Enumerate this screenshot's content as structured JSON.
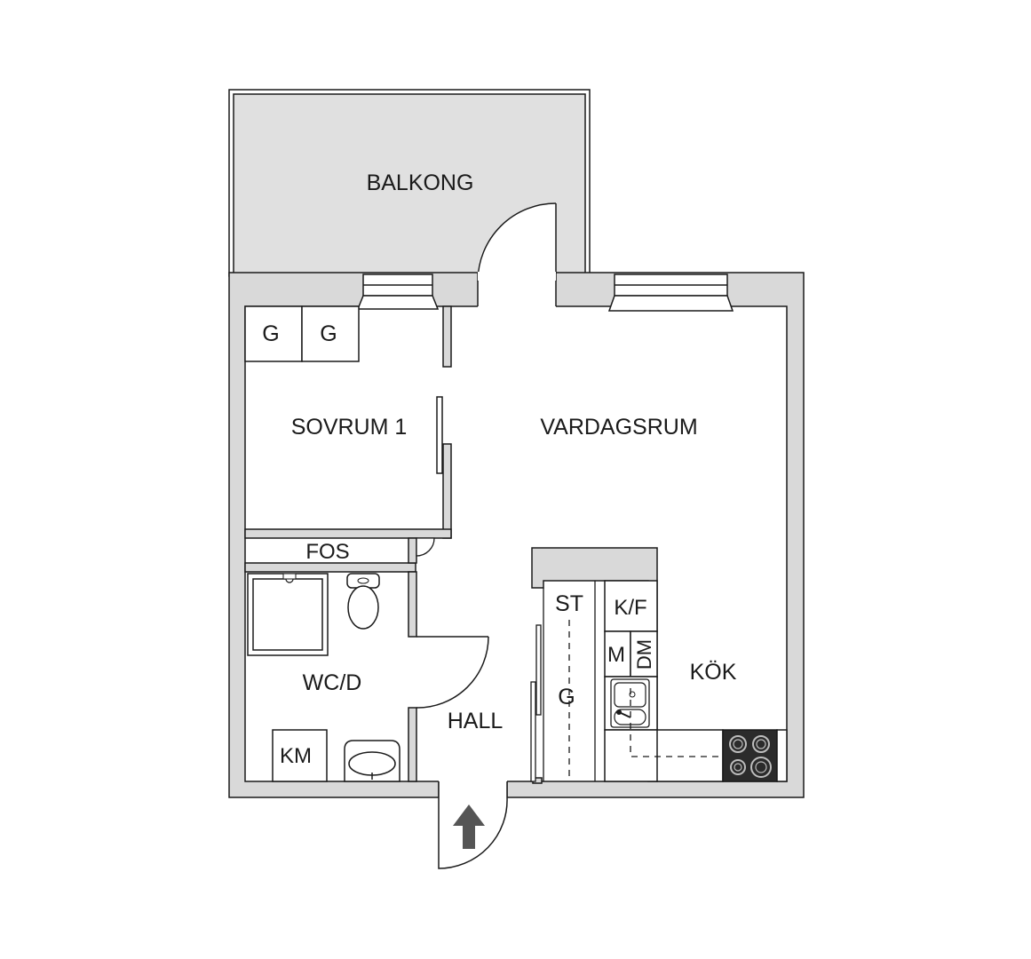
{
  "rooms": {
    "balkong": "BALKONG",
    "sovrum": "SOVRUM 1",
    "vardagsrum": "VARDAGSRUM",
    "fos": "FOS",
    "wcd": "WC/D",
    "hall": "HALL",
    "kok": "KÖK"
  },
  "fixtures": {
    "garderob": "G",
    "stad": "ST",
    "kyl_frys": "K/F",
    "mikro": "M",
    "diskmaskin": "DM",
    "tvattmaskin": "KM"
  },
  "colors": {
    "wall": "#d9d9d9",
    "balcony": "#e0e0e0",
    "line": "#1a1a1a",
    "arrow": "#555555",
    "stove": "#2b2b2b"
  }
}
